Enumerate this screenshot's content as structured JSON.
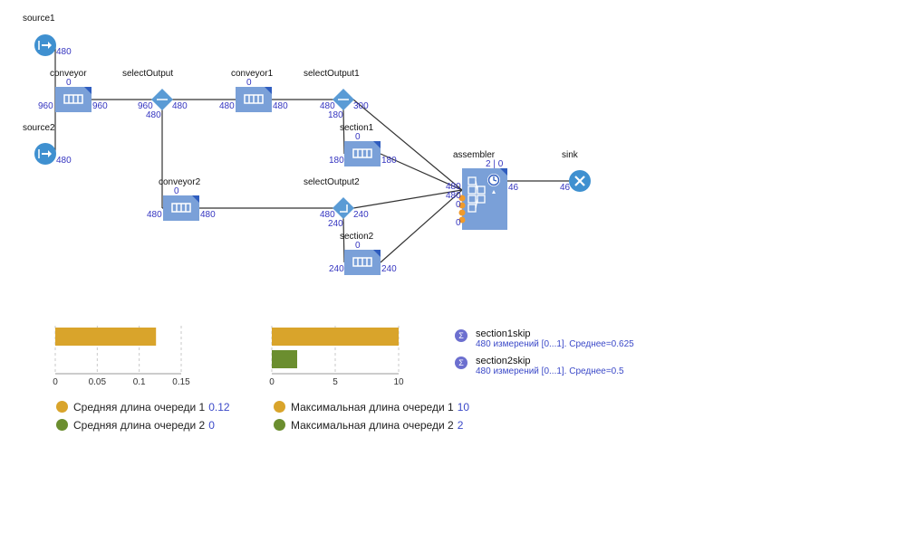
{
  "colors": {
    "block": "#7aa0d8",
    "block_dark": "#2f5dbf",
    "diamond": "#5a9bd5",
    "source": "#3f90d0",
    "port_count": "#3535c0",
    "bar1": "#d9a42b",
    "bar2": "#6b8e2f",
    "assembler_port": "#f09a2a"
  },
  "blocks": {
    "source1": {
      "label": "source1",
      "out": "480"
    },
    "source2": {
      "label": "source2",
      "out": "480"
    },
    "conveyor": {
      "label": "conveyor",
      "count": "0",
      "in": "960",
      "out": "960"
    },
    "selectOutput": {
      "label": "selectOutput",
      "in": "960",
      "out_t": "480",
      "out_f": "480"
    },
    "conveyor1": {
      "label": "conveyor1",
      "count": "0",
      "in": "480",
      "out": "480"
    },
    "selectOutput1": {
      "label": "selectOutput1",
      "in": "480",
      "out_t": "300",
      "out_f": "180"
    },
    "section1": {
      "label": "section1",
      "count": "0",
      "in": "180",
      "out": "180"
    },
    "conveyor2": {
      "label": "conveyor2",
      "count": "0",
      "in": "480",
      "out": "480"
    },
    "selectOutput2": {
      "label": "selectOutput2",
      "in": "480",
      "out_t": "240",
      "out_f": "240"
    },
    "section2": {
      "label": "section2",
      "count": "0",
      "in": "240",
      "out": "240"
    },
    "assembler": {
      "label": "assembler",
      "count": "2 | 0",
      "in1": "480",
      "in2": "480",
      "in3": "0",
      "in4": "0",
      "out": "46"
    },
    "sink": {
      "label": "sink",
      "in": "46"
    }
  },
  "chart_data": [
    {
      "type": "bar",
      "orientation": "horizontal",
      "series": [
        {
          "name": "Средняя длина очереди 1",
          "values": [
            0.12
          ]
        },
        {
          "name": "Средняя длина очереди 2",
          "values": [
            0
          ]
        }
      ],
      "xlim": [
        0,
        0.15
      ],
      "ticks": [
        "0",
        "0.05",
        "0.1",
        "0.15"
      ],
      "tick_values": [
        0,
        0.05,
        0.1,
        0.15
      ],
      "grid": true
    },
    {
      "type": "bar",
      "orientation": "horizontal",
      "series": [
        {
          "name": "Максимальная длина очереди 1",
          "values": [
            10
          ]
        },
        {
          "name": "Максимальная длина очереди 2",
          "values": [
            2
          ]
        }
      ],
      "xlim": [
        0,
        10
      ],
      "ticks": [
        "0",
        "5",
        "10"
      ],
      "tick_values": [
        0,
        5,
        10
      ],
      "grid": true
    }
  ],
  "legend": {
    "avg1_label": "Средняя длина очереди 1",
    "avg1_value": "0.12",
    "avg2_label": "Средняя длина очереди 2",
    "avg2_value": "0",
    "max1_label": "Максимальная длина очереди 1",
    "max1_value": "10",
    "max2_label": "Максимальная длина очереди 2",
    "max2_value": "2"
  },
  "stats": [
    {
      "name": "section1skip",
      "desc": "480 измерений [0...1]. Среднее=0.625"
    },
    {
      "name": "section2skip",
      "desc": "480 измерений [0...1]. Среднее=0.5"
    }
  ]
}
